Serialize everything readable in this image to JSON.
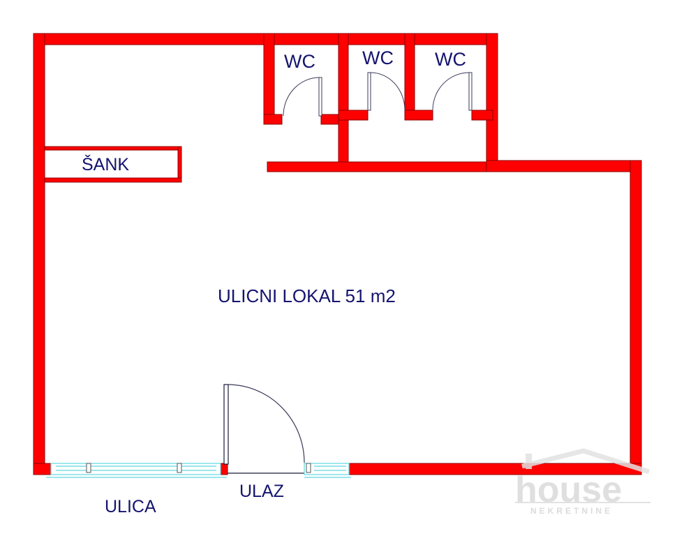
{
  "plan": {
    "title": "ULICNI LOKAL 51 m2",
    "rooms": [
      {
        "id": "wc1",
        "label": "WC"
      },
      {
        "id": "wc2",
        "label": "WC"
      },
      {
        "id": "wc3",
        "label": "WC"
      },
      {
        "id": "bar",
        "label": "ŠANK"
      }
    ],
    "entrance_label": "ULAZ",
    "street_label": "ULICA"
  },
  "colors": {
    "wall": "#ff0000",
    "wall_edge": "#8b0000",
    "text": "#14146e",
    "window": "#5fd7e0",
    "door": "#3a3a5a",
    "watermark": "#d9d9d9"
  },
  "watermark": {
    "brand": "house",
    "subtitle": "NEKRETNINE"
  }
}
